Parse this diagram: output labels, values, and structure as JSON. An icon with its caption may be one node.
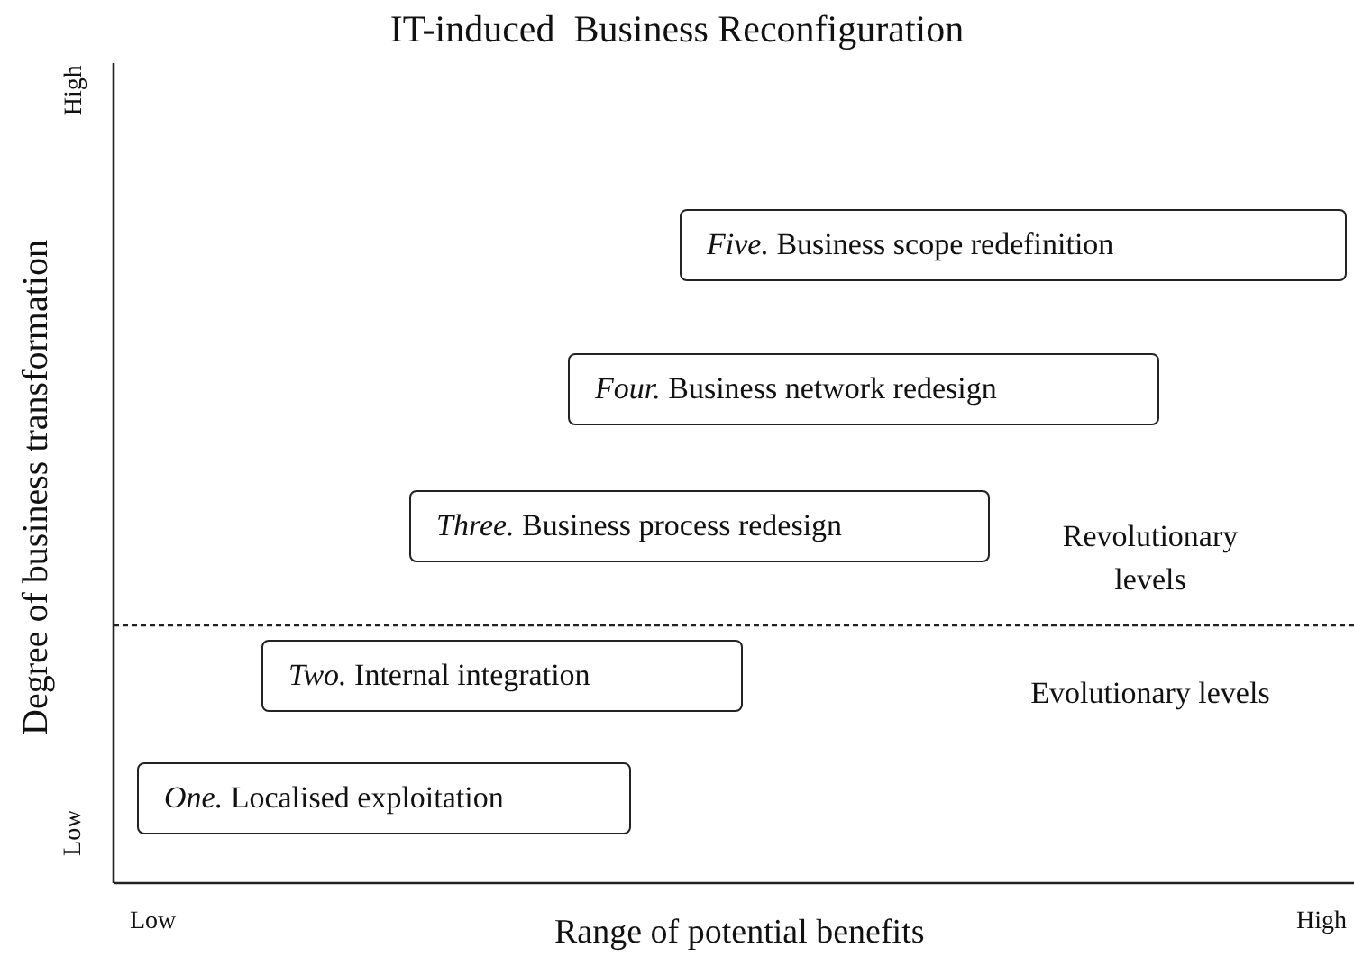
{
  "diagram": {
    "title": "IT-induced  Business Reconfiguration",
    "nodes": [
      {
        "text": [
          "*Five.* Business scope redefinition"
        ]
      },
      {
        "text": [
          "*Four.* Business network redesign"
        ]
      },
      {
        "text": [
          "*Three.* Business process redesign"
        ]
      },
      {
        "text": [
          "*Two.* Internal integration"
        ]
      },
      {
        "text": [
          "*One.* Localised exploitation"
        ]
      }
    ],
    "labels": [
      "High",
      "Degree of business transformation",
      "Low",
      "Revolutionary levels",
      "Evolutionary levels",
      "Low",
      "Range of potential benefits",
      "High"
    ]
  }
}
